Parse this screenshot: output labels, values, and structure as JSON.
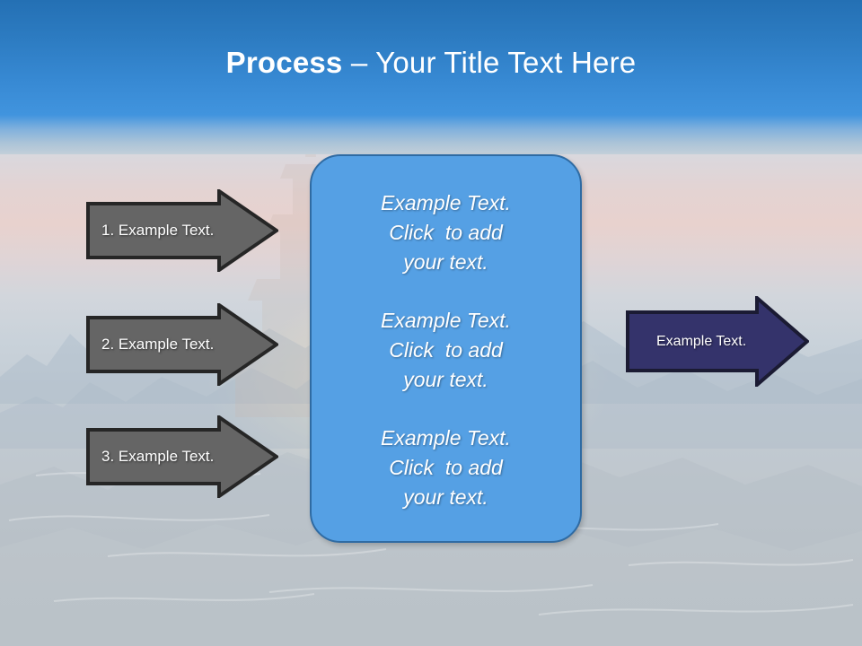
{
  "slide": {
    "title_strong": "Process",
    "title_rest": " – Your Title Text Here",
    "background_description": "faded mountain landscape at sunset"
  },
  "colors": {
    "header_top": "#2470b4",
    "header_bottom": "#4194de",
    "gray_arrow_fill": "#656565",
    "gray_arrow_stroke": "#262626",
    "navy_arrow_fill": "#34336b",
    "navy_arrow_stroke": "#1b1b33",
    "panel_fill": "#55a0e4",
    "panel_stroke": "#2f6ba3",
    "text_white": "#ffffff"
  },
  "steps": [
    {
      "label": "1. Example Text."
    },
    {
      "label": "2. Example Text."
    },
    {
      "label": "3. Example Text."
    }
  ],
  "panel": {
    "blocks": [
      {
        "line1": "Example Text.",
        "line2": "Click  to add",
        "line3": "your text."
      },
      {
        "line1": "Example Text.",
        "line2": "Click  to add",
        "line3": "your text."
      },
      {
        "line1": "Example Text.",
        "line2": "Click  to add",
        "line3": "your text."
      }
    ]
  },
  "outcome": {
    "label": "Example Text."
  }
}
